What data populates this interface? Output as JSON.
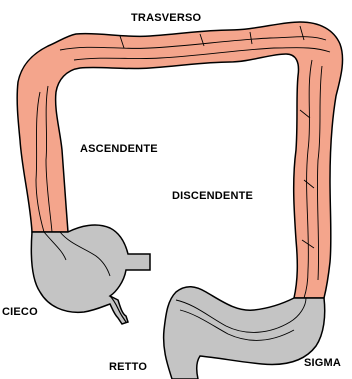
{
  "labels": {
    "trasverso": "TRASVERSO",
    "ascendente": "ASCENDENTE",
    "discendente": "DISCENDENTE",
    "cieco": "CIECO",
    "retto": "RETTO",
    "sigma": "SIGMA"
  },
  "colors": {
    "colon": "#f4a58c",
    "grey_section": "#c4c4c4",
    "outline": "#000000"
  }
}
